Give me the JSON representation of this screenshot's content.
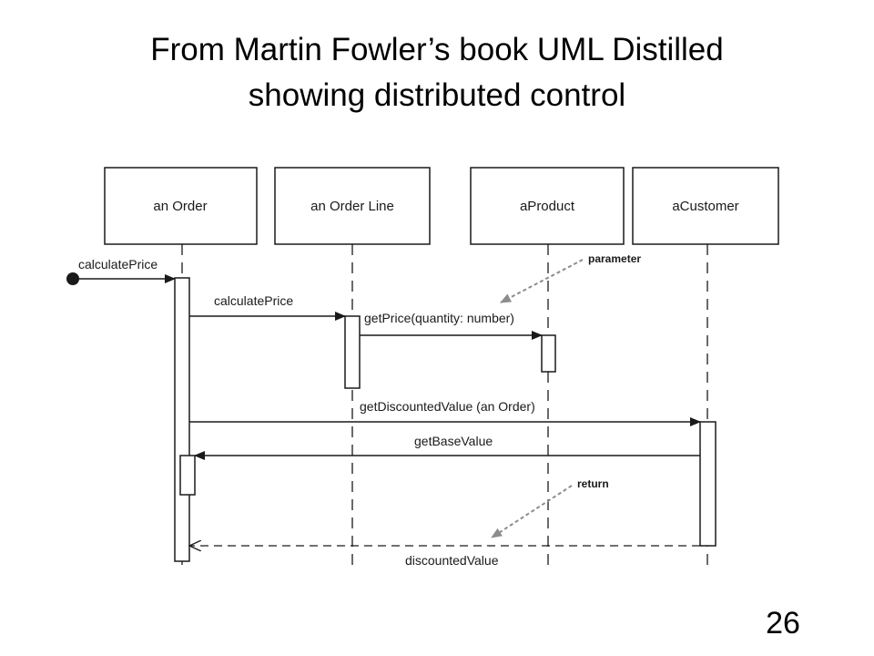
{
  "title": {
    "line1": "From Martin Fowler’s book UML Distilled",
    "line2": "showing distributed control"
  },
  "page_number": "26",
  "diagram": {
    "participants": [
      "an Order",
      "an Order Line",
      "aProduct",
      "aCustomer"
    ],
    "messages": [
      {
        "label": "calculatePrice",
        "from": "found",
        "to": "an Order",
        "kind": "call"
      },
      {
        "label": "calculatePrice",
        "from": "an Order",
        "to": "an Order Line",
        "kind": "call"
      },
      {
        "label": "getPrice(quantity: number)",
        "from": "an Order Line",
        "to": "aProduct",
        "kind": "call"
      },
      {
        "label": "getDiscountedValue (an Order)",
        "from": "an Order",
        "to": "aCustomer",
        "kind": "call"
      },
      {
        "label": "getBaseValue",
        "from": "aCustomer",
        "to": "an Order",
        "kind": "call"
      },
      {
        "label": "discountedValue",
        "from": "aCustomer",
        "to": "an Order",
        "kind": "return"
      }
    ],
    "notes": {
      "parameter": "parameter",
      "return": "return"
    },
    "colors": {
      "line": "#1a1a1a",
      "note_arrow": "#8c8c8c"
    }
  }
}
